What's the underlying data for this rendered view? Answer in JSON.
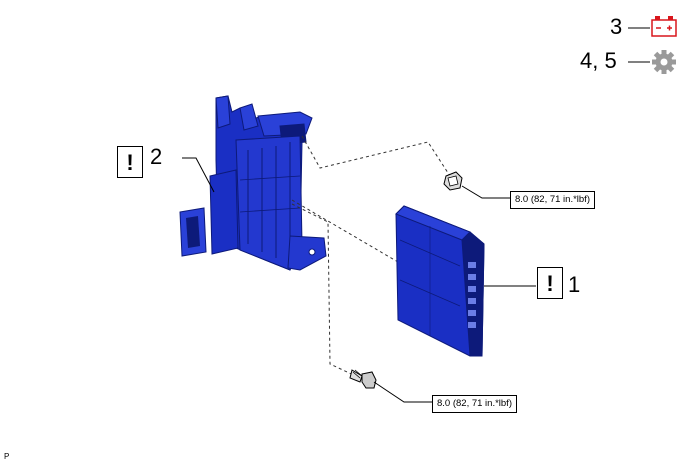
{
  "callouts": {
    "battery": "3",
    "gear": "4, 5",
    "part_1": "1",
    "part_2": "2"
  },
  "alerts": {
    "symbol": "!"
  },
  "torque_labels": {
    "upper": "8.0 (82, 71 in.*lbf)",
    "lower": "8.0 (82, 71 in.*lbf)"
  },
  "corner_code": "P",
  "icons": {
    "battery": "battery-icon",
    "gear": "gear-icon"
  },
  "colors": {
    "part_fill": "#1a2fc4",
    "part_dark": "#0d1a7a",
    "battery_red": "#d9161c",
    "gear_gray": "#9a9a9a"
  }
}
